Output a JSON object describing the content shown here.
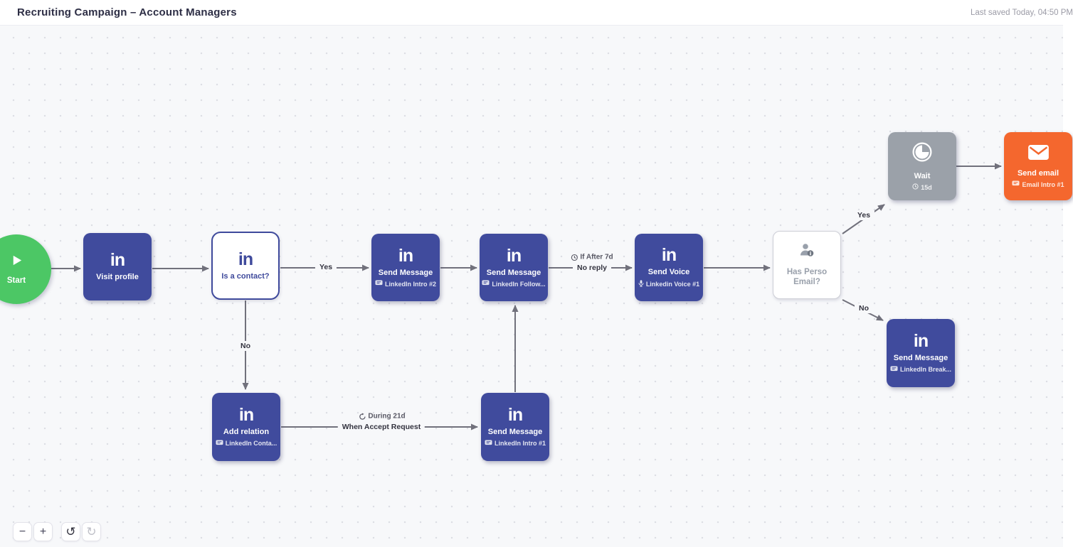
{
  "header": {
    "title": "Recruiting Campaign – Account Managers",
    "last_saved": "Last saved Today, 04:50 PM"
  },
  "icons": {
    "linkedin": "in"
  },
  "canvas": {
    "nodes": [
      {
        "id": "start",
        "type": "start",
        "title": "Start"
      },
      {
        "id": "visit-profile",
        "type": "linkedin-action",
        "title": "Visit profile"
      },
      {
        "id": "is-a-contact",
        "type": "linkedin-condition",
        "title": "Is a contact?"
      },
      {
        "id": "send-message-intro2",
        "type": "linkedin-action",
        "title": "Send Message",
        "subtitle": "LinkedIn Intro #2"
      },
      {
        "id": "send-message-follow",
        "type": "linkedin-action",
        "title": "Send Message",
        "subtitle": "LinkedIn Follow..."
      },
      {
        "id": "send-voice",
        "type": "linkedin-action",
        "title": "Send Voice",
        "subtitle": "Linkedin Voice #1"
      },
      {
        "id": "has-perso-email",
        "type": "condition",
        "title": "Has Perso Email?"
      },
      {
        "id": "wait",
        "type": "wait",
        "title": "Wait",
        "subtitle": "15d"
      },
      {
        "id": "send-email",
        "type": "email-action",
        "title": "Send email",
        "subtitle": "Email Intro #1"
      },
      {
        "id": "send-message-break",
        "type": "linkedin-action",
        "title": "Send Message",
        "subtitle": "LinkedIn Break..."
      },
      {
        "id": "add-relation",
        "type": "linkedin-action",
        "title": "Add relation",
        "subtitle": "LinkedIn Conta..."
      },
      {
        "id": "send-message-intro1",
        "type": "linkedin-action",
        "title": "Send Message",
        "subtitle": "LinkedIn Intro #1"
      }
    ],
    "edges": {
      "contact_yes": "Yes",
      "contact_no": "No",
      "follow_condition_top": "If After 7d",
      "follow_condition": "No reply",
      "accept_condition_top": "During 21d",
      "accept_condition": "When Accept Request",
      "perso_yes": "Yes",
      "perso_no": "No"
    }
  },
  "toolbar": {
    "zoom_out": "−",
    "zoom_in": "+",
    "undo": "↺",
    "redo": "↻"
  },
  "colors": {
    "linkedin_node": "#404b9d",
    "email_node": "#f4672e",
    "wait_node": "#9ba1a9",
    "start_node": "#4cc765",
    "edge": "#71717c",
    "canvas_bg": "#f7f8fa",
    "title_text": "#2d2e45",
    "muted_text": "#9b9ba6"
  }
}
